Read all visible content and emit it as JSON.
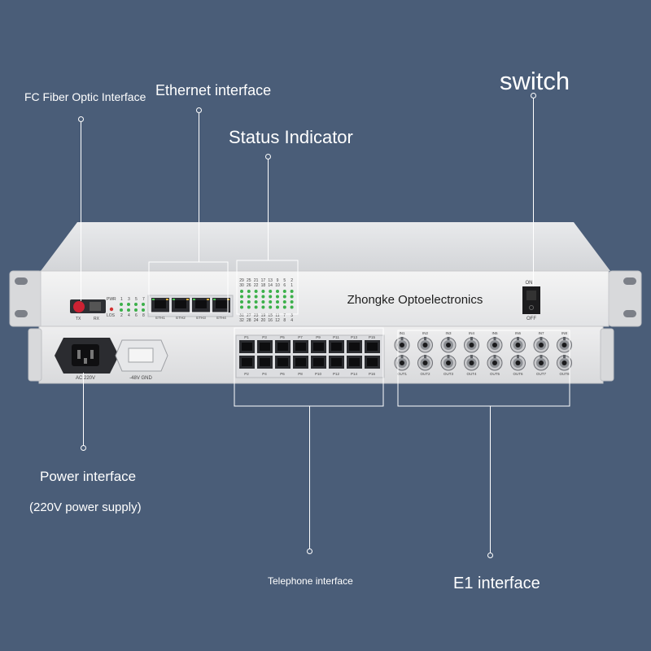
{
  "callouts": {
    "fc_fiber": "FC Fiber Optic Interface",
    "ethernet": "Ethernet interface",
    "status": "Status Indicator",
    "switch": "switch",
    "power": "Power interface",
    "power_sub": "(220V power supply)",
    "telephone": "Telephone interface",
    "e1": "E1 interface"
  },
  "device": {
    "brand": "Zhongke Optoelectronics",
    "fiber": {
      "tx": "TX",
      "rx": "RX"
    },
    "indicator_labels": {
      "pwr": "PWR",
      "los": "LOS",
      "top_nums": [
        "1",
        "3",
        "5",
        "7"
      ],
      "bottom_nums": [
        "2",
        "4",
        "6",
        "8"
      ]
    },
    "eth_ports": [
      "ETH1",
      "ETH2",
      "ETH3",
      "ETH4"
    ],
    "status_rows": [
      [
        "29",
        "25",
        "21",
        "17",
        "13",
        "9",
        "5",
        "2"
      ],
      [
        "30",
        "26",
        "22",
        "18",
        "14",
        "10",
        "6",
        "1"
      ],
      [
        "31",
        "27",
        "23",
        "19",
        "15",
        "11",
        "7",
        "3"
      ],
      [
        "32",
        "28",
        "24",
        "20",
        "16",
        "12",
        "8",
        "4"
      ]
    ],
    "switch_on": "ON",
    "switch_off": "OFF",
    "ac_label": "AC 220V",
    "dc_label": "-48V GND",
    "phone_top": [
      "P1",
      "P3",
      "P5",
      "P7",
      "P9",
      "P11",
      "P13",
      "P15"
    ],
    "phone_bottom": [
      "P2",
      "P4",
      "P6",
      "P8",
      "P10",
      "P12",
      "P14",
      "P16"
    ],
    "e1_in": [
      "IN1",
      "IN2",
      "IN3",
      "IN4",
      "IN5",
      "IN6",
      "IN7",
      "IN8"
    ],
    "e1_out": [
      "OUT1",
      "OUT2",
      "OUT3",
      "OUT4",
      "OUT5",
      "OUT6",
      "OUT7",
      "OUT8"
    ]
  }
}
